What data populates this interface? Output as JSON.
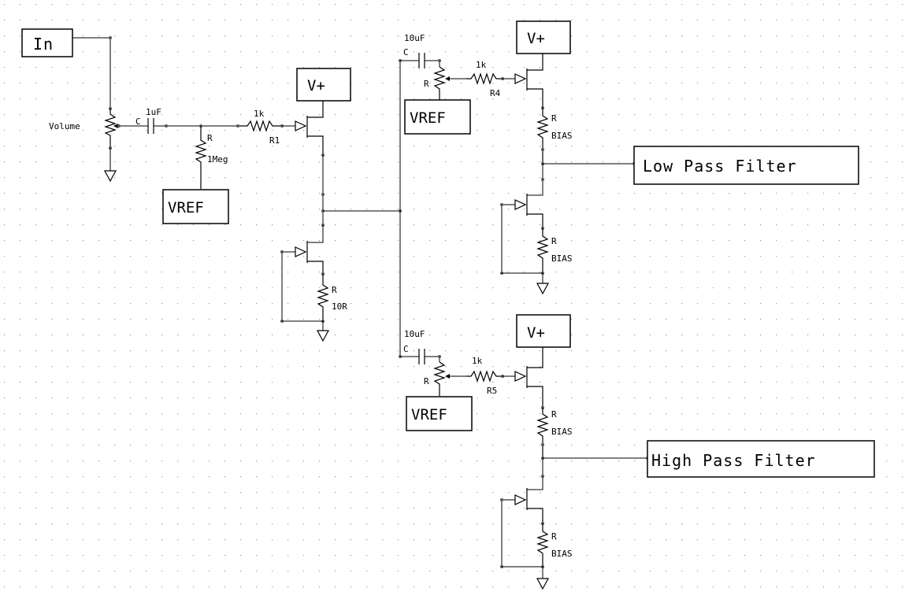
{
  "ports": {
    "in": "In",
    "vplus": "V+",
    "vref": "VREF",
    "low_pass": "Low Pass Filter",
    "high_pass": "High Pass Filter"
  },
  "labels": {
    "volume": "Volume",
    "c": "C",
    "r": "R",
    "c1_value": "1uF",
    "r_1meg": "1Meg",
    "r_1k": "1k",
    "r1_name": "R1",
    "r_10r": "10R",
    "c_10uf": "10uF",
    "r4_name": "R4",
    "r5_name": "R5",
    "bias": "BIAS"
  }
}
